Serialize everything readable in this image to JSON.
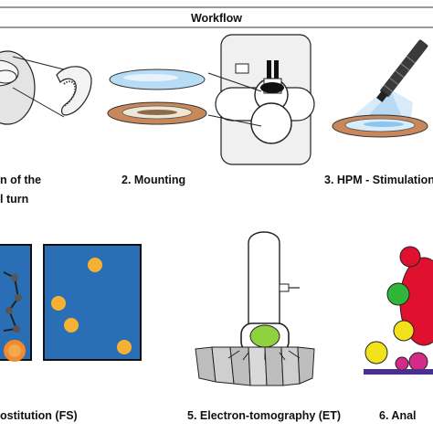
{
  "header": {
    "title": "Workflow"
  },
  "steps": [
    {
      "line1": "n of the",
      "line2": "l turn"
    },
    {
      "line1": "2. Mounting"
    },
    {
      "line1": "3. HPM - Stimulation"
    },
    {
      "line1": "ostitution (FS)"
    },
    {
      "line1": "5. Electron-tomography (ET)"
    },
    {
      "line1": "6. Anal"
    }
  ],
  "colors": {
    "fs_background": "#2a6fb5",
    "fs_particle": "#f5b133",
    "fs_blob": "#f28a2e",
    "tomo_green": "#8fd13f",
    "bead_green": "#2fb53a",
    "bead_yellow": "#f2e21c",
    "bead_red": "#e0112f",
    "bead_magenta": "#d42a8a",
    "base_purple": "#4a2f8c",
    "carrier_bronze": "#c9885a",
    "water_blue": "#8fc4ec"
  }
}
